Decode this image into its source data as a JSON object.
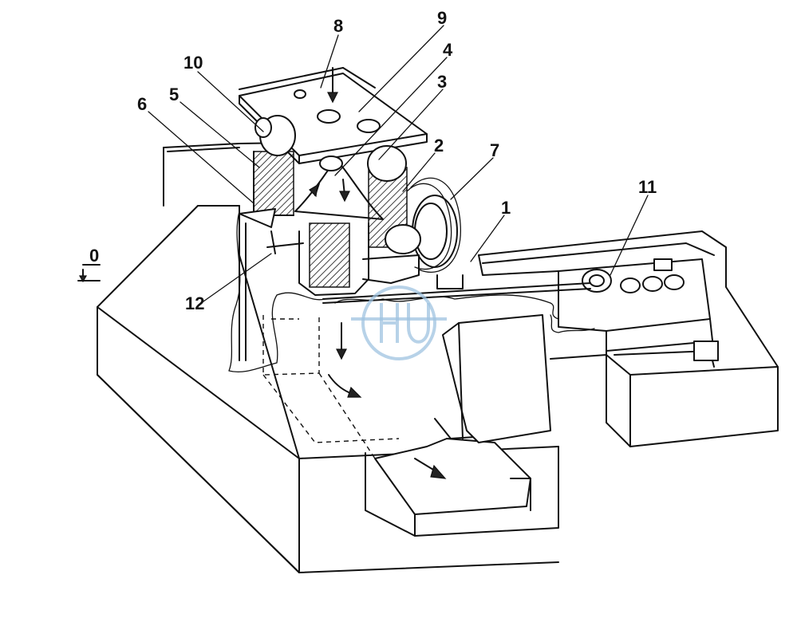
{
  "diagram": {
    "part_labels": [
      "8",
      "9",
      "4",
      "3",
      "10",
      "5",
      "6",
      "2",
      "7",
      "1",
      "11",
      "0",
      "12"
    ]
  }
}
